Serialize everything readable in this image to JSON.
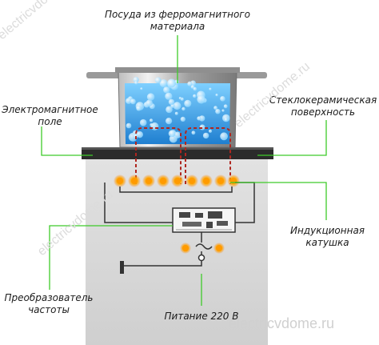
{
  "labels": {
    "cookware": [
      "Посуда из ферромагнитного",
      "материала"
    ],
    "em_field": [
      "Электромагнитное",
      "поле"
    ],
    "glass_surface": [
      "Стеклокерамическая",
      "поверхность"
    ],
    "coil": [
      "Индукционная",
      "катушка"
    ],
    "converter": [
      "Преобразователь",
      "частоты"
    ],
    "power": "Питание 220 В"
  },
  "watermark": "electricvdome.ru",
  "colors": {
    "leader_line": "#3fcb2a",
    "water": "#2d8fd8",
    "coil_glow": "#ff9a00",
    "field_lines": "#b0261f",
    "cooktop_body": "#d9d9d9",
    "glass_top": "#2b2b2b",
    "pot_metal": "#a9a9a9"
  },
  "icons": [
    "ac-source-icon",
    "ground-symbol-icon",
    "circuit-board-icon"
  ]
}
